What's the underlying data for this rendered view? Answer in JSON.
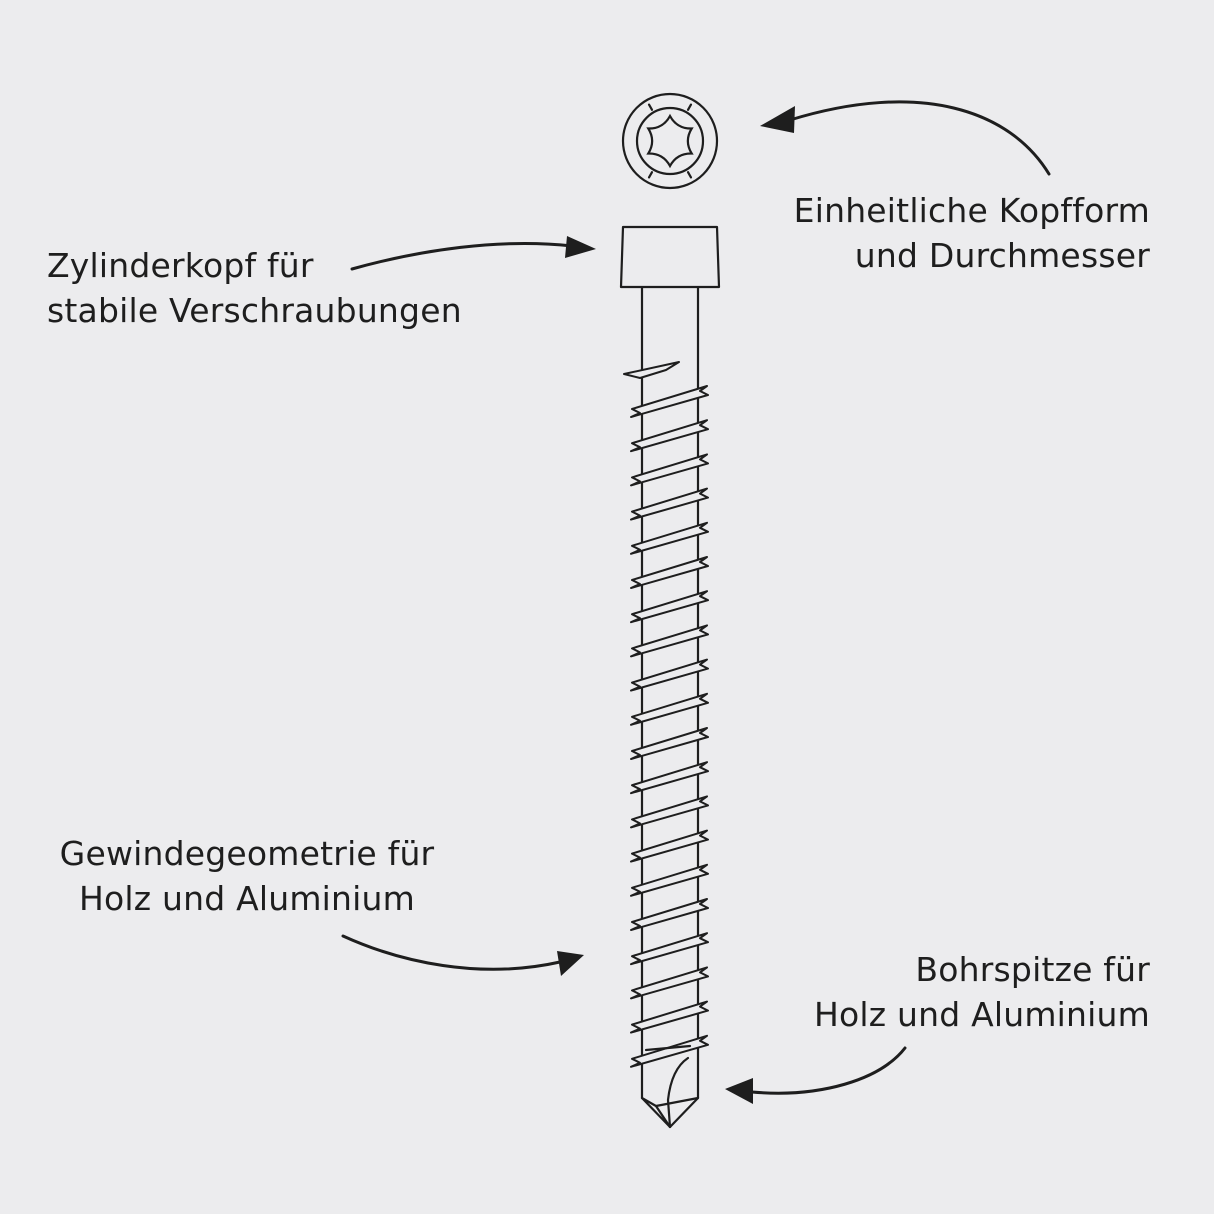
{
  "colors": {
    "background": "#ececee",
    "line": "#1e1e1e",
    "screw_fill": "#ececee"
  },
  "icons": [
    "torx-head-icon",
    "callout-arrow-icon"
  ],
  "callouts": {
    "head_shape": {
      "line1": "Einheitliche Kopfform",
      "line2": "und Durchmesser"
    },
    "cylinder_head": {
      "line1": "Zylinderkopf für",
      "line2": "stabile Verschraubungen"
    },
    "thread": {
      "line1": "Gewindegeometrie für",
      "line2": "Holz und Aluminium"
    },
    "tip": {
      "line1": "Bohrspitze für",
      "line2": "Holz und Aluminium"
    }
  }
}
